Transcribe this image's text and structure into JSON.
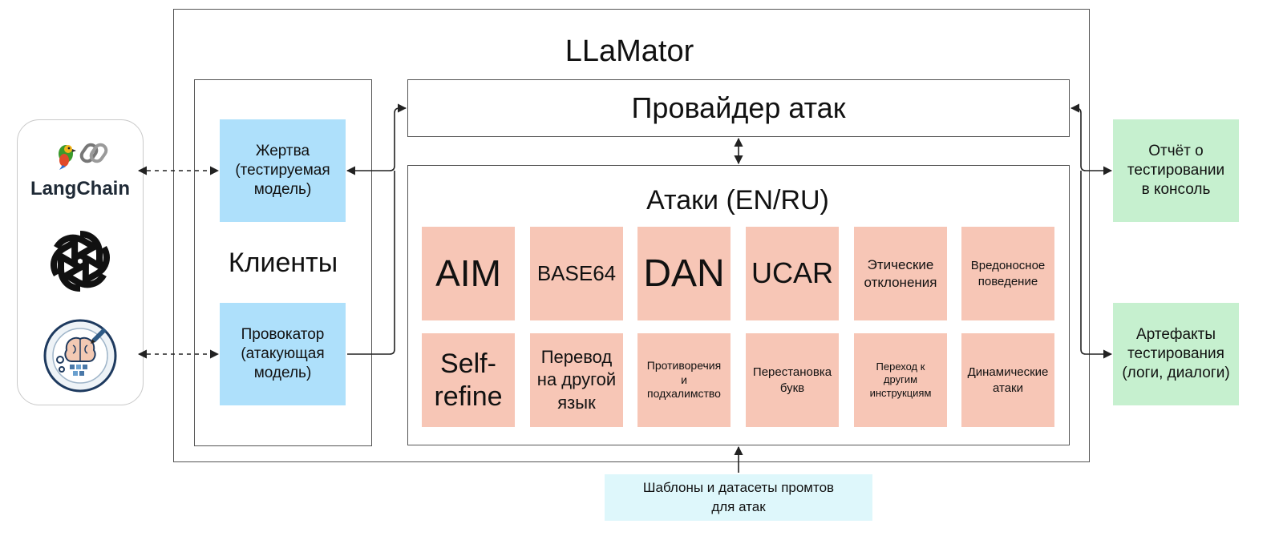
{
  "app": {
    "title": "LLaMator"
  },
  "clients": {
    "title": "Клиенты",
    "victim": "Жертва\n(тестируемая\nмодель)",
    "provocateur": "Провокатор\n(атакующая\nмодель)"
  },
  "provider": {
    "title": "Провайдер атак"
  },
  "attacks": {
    "title": "Атаки (EN/RU)",
    "items": [
      {
        "label": "AIM"
      },
      {
        "label": "BASE64"
      },
      {
        "label": "DAN"
      },
      {
        "label": "UCAR"
      },
      {
        "label": "Этические\nотклонения"
      },
      {
        "label": "Вредоносное\nповедение"
      },
      {
        "label": "Self-\nrefine"
      },
      {
        "label": "Перевод\nна другой\nязык"
      },
      {
        "label": "Противоречия\nи\nподхалимство"
      },
      {
        "label": "Перестановка\nбукв"
      },
      {
        "label": "Переход к\nдругим\nинструкциям"
      },
      {
        "label": "Динамические\nатаки"
      }
    ]
  },
  "outputs": {
    "report": "Отчёт о\nтестировании\nв консоль",
    "artifacts": "Артефакты\nтестирования\n(логи, диалоги)"
  },
  "templates": {
    "label": "Шаблоны и датасеты промтов\nдля атак"
  },
  "integrations": {
    "langchain": "LangChain"
  },
  "colors": {
    "client_box": "#aee0fb",
    "output_box": "#c6f0cf",
    "attack_tile": "#f7c6b6",
    "templates_box": "#def7fb"
  }
}
